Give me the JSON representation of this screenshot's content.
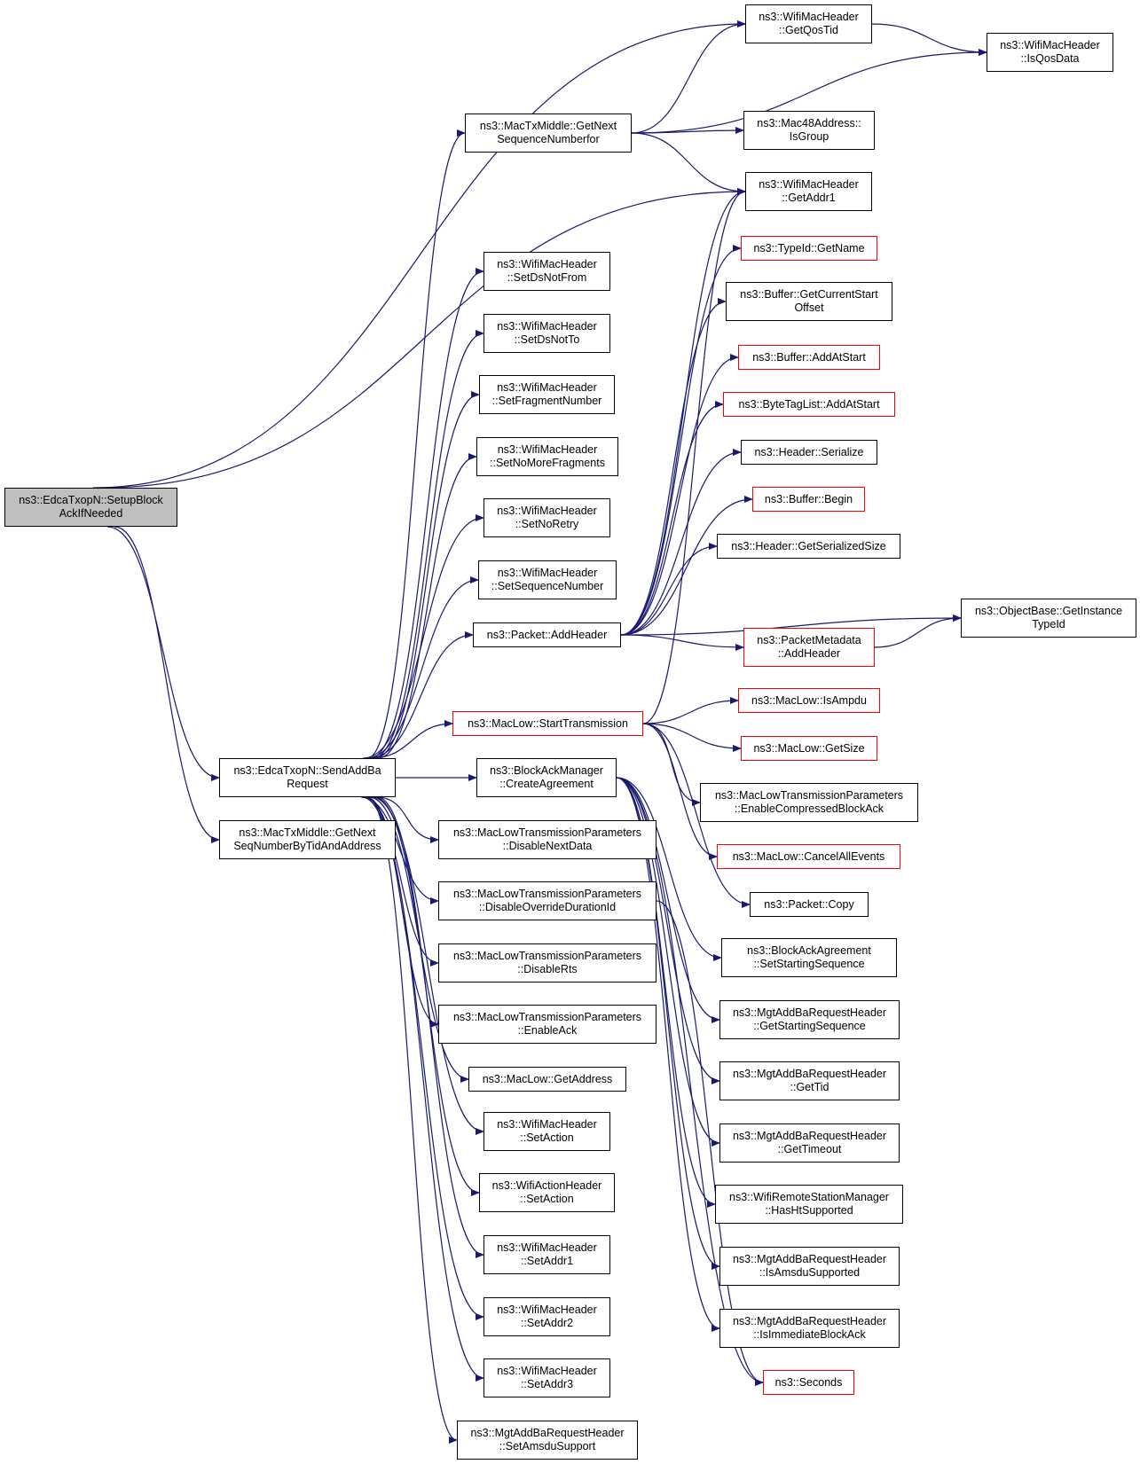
{
  "colors": {
    "edge": "#191970",
    "node_border": "#000000",
    "truncated_node_border": "#ff0000",
    "root_fill": "#bfbfbf"
  },
  "nodes": {
    "root": {
      "l1": "ns3::EdcaTxopN::SetupBlock",
      "l2": "AckIfNeeded"
    },
    "sendaddba": {
      "l1": "ns3::EdcaTxopN::SendAddBa",
      "l2": "Request"
    },
    "getnextseqtid": {
      "l1": "ns3::MacTxMiddle::GetNext",
      "l2": "SeqNumberByTidAndAddress"
    },
    "getnextseqfor": {
      "l1": "ns3::MacTxMiddle::GetNext",
      "l2": "SequenceNumberfor"
    },
    "getqostid": {
      "l1": "ns3::WifiMacHeader",
      "l2": "::GetQosTid"
    },
    "isqosdata": {
      "l1": "ns3::WifiMacHeader",
      "l2": "::IsQosData"
    },
    "isgroup": {
      "l1": "ns3::Mac48Address::",
      "l2": "IsGroup"
    },
    "getaddr1": {
      "l1": "ns3::WifiMacHeader",
      "l2": "::GetAddr1"
    },
    "setdsnotfrom": {
      "l1": "ns3::WifiMacHeader",
      "l2": "::SetDsNotFrom"
    },
    "setdsnotto": {
      "l1": "ns3::WifiMacHeader",
      "l2": "::SetDsNotTo"
    },
    "setfragnum": {
      "l1": "ns3::WifiMacHeader",
      "l2": "::SetFragmentNumber"
    },
    "setnomorefrag": {
      "l1": "ns3::WifiMacHeader",
      "l2": "::SetNoMoreFragments"
    },
    "setnoretry": {
      "l1": "ns3::WifiMacHeader",
      "l2": "::SetNoRetry"
    },
    "setseqnum": {
      "l1": "ns3::WifiMacHeader",
      "l2": "::SetSequenceNumber"
    },
    "addheader": {
      "l1": "ns3::Packet::AddHeader"
    },
    "starttx": {
      "l1": "ns3::MacLow::StartTransmission"
    },
    "createagreement": {
      "l1": "ns3::BlockAckManager",
      "l2": "::CreateAgreement"
    },
    "disablenextdata": {
      "l1": "ns3::MacLowTransmissionParameters",
      "l2": "::DisableNextData"
    },
    "disableoverride": {
      "l1": "ns3::MacLowTransmissionParameters",
      "l2": "::DisableOverrideDurationId"
    },
    "disablerts": {
      "l1": "ns3::MacLowTransmissionParameters",
      "l2": "::DisableRts"
    },
    "enableack": {
      "l1": "ns3::MacLowTransmissionParameters",
      "l2": "::EnableAck"
    },
    "getaddress": {
      "l1": "ns3::MacLow::GetAddress"
    },
    "setactionwmh": {
      "l1": "ns3::WifiMacHeader",
      "l2": "::SetAction"
    },
    "setactionwah": {
      "l1": "ns3::WifiActionHeader",
      "l2": "::SetAction"
    },
    "setaddr1": {
      "l1": "ns3::WifiMacHeader",
      "l2": "::SetAddr1"
    },
    "setaddr2": {
      "l1": "ns3::WifiMacHeader",
      "l2": "::SetAddr2"
    },
    "setaddr3": {
      "l1": "ns3::WifiMacHeader",
      "l2": "::SetAddr3"
    },
    "setamsdusupport": {
      "l1": "ns3::MgtAddBaRequestHeader",
      "l2": "::SetAmsduSupport"
    },
    "typeidgetname": {
      "l1": "ns3::TypeId::GetName"
    },
    "buffergetcurrent": {
      "l1": "ns3::Buffer::GetCurrentStart",
      "l2": "Offset"
    },
    "bufferaddatstart": {
      "l1": "ns3::Buffer::AddAtStart"
    },
    "bytetaglist": {
      "l1": "ns3::ByteTagList::AddAtStart"
    },
    "headerserialize": {
      "l1": "ns3::Header::Serialize"
    },
    "bufferbegin": {
      "l1": "ns3::Buffer::Begin"
    },
    "headergetsize": {
      "l1": "ns3::Header::GetSerializedSize"
    },
    "getinstancetypeid": {
      "l1": "ns3::ObjectBase::GetInstance",
      "l2": "TypeId"
    },
    "pktmetaaddheader": {
      "l1": "ns3::PacketMetadata",
      "l2": "::AddHeader"
    },
    "isampdu": {
      "l1": "ns3::MacLow::IsAmpdu"
    },
    "getsize": {
      "l1": "ns3::MacLow::GetSize"
    },
    "enablecompressed": {
      "l1": "ns3::MacLowTransmissionParameters",
      "l2": "::EnableCompressedBlockAck"
    },
    "cancelall": {
      "l1": "ns3::MacLow::CancelAllEvents"
    },
    "packetcopy": {
      "l1": "ns3::Packet::Copy"
    },
    "setstartingseq": {
      "l1": "ns3::BlockAckAgreement",
      "l2": "::SetStartingSequence"
    },
    "getstartingseq": {
      "l1": "ns3::MgtAddBaRequestHeader",
      "l2": "::GetStartingSequence"
    },
    "gettid": {
      "l1": "ns3::MgtAddBaRequestHeader",
      "l2": "::GetTid"
    },
    "gettimeout": {
      "l1": "ns3::MgtAddBaRequestHeader",
      "l2": "::GetTimeout"
    },
    "hashtsupported": {
      "l1": "ns3::WifiRemoteStationManager",
      "l2": "::HasHtSupported"
    },
    "isamsdusupported": {
      "l1": "ns3::MgtAddBaRequestHeader",
      "l2": "::IsAmsduSupported"
    },
    "isimmediate": {
      "l1": "ns3::MgtAddBaRequestHeader",
      "l2": "::IsImmediateBlockAck"
    },
    "seconds": {
      "l1": "ns3::Seconds"
    }
  }
}
